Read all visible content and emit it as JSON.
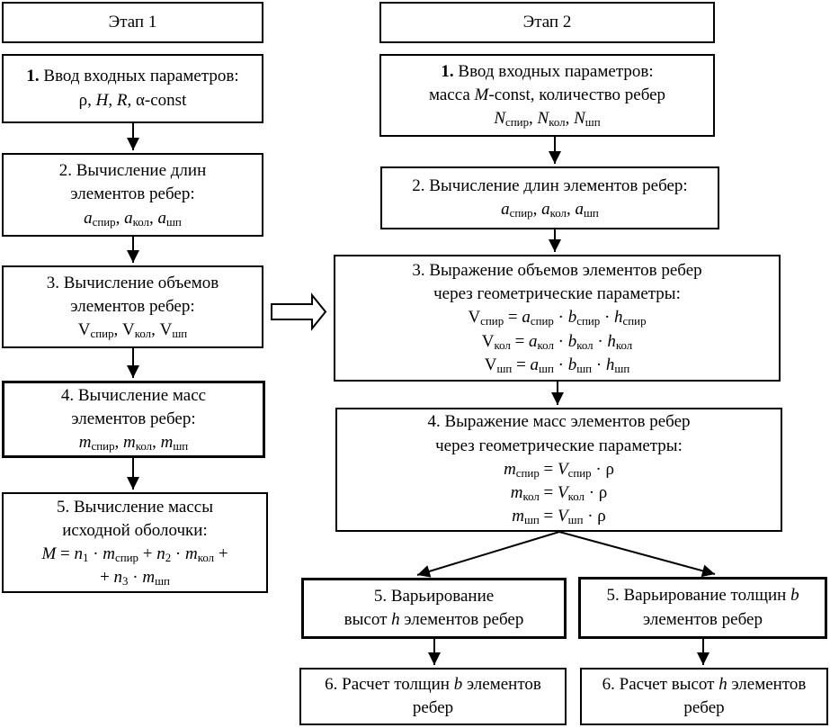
{
  "colors": {
    "line": "#000000",
    "box_fill": "#ffffff"
  },
  "stage1": {
    "header": "Этап 1",
    "step1": {
      "lines": [
        [
          [
            "b",
            "1. "
          ],
          [
            "",
            "Ввод входных параметров:"
          ]
        ],
        [
          [
            "",
            "ρ, "
          ],
          [
            "i",
            "H"
          ],
          [
            "",
            ", "
          ],
          [
            "i",
            "R"
          ],
          [
            "",
            ", α-const"
          ]
        ]
      ]
    },
    "step2": {
      "lines": [
        [
          [
            "",
            "2. Вычисление длин"
          ]
        ],
        [
          [
            "",
            "элементов ребер:"
          ]
        ],
        [
          [
            "i",
            "a"
          ],
          [
            "s",
            "спир"
          ],
          [
            "",
            ", "
          ],
          [
            "i",
            "a"
          ],
          [
            "s",
            "кол"
          ],
          [
            "",
            ", "
          ],
          [
            "i",
            "a"
          ],
          [
            "s",
            "шп"
          ]
        ]
      ]
    },
    "step3": {
      "lines": [
        [
          [
            "",
            "3. Вычисление объемов"
          ]
        ],
        [
          [
            "",
            "элементов ребер:"
          ]
        ],
        [
          [
            "",
            "V"
          ],
          [
            "s",
            "спир"
          ],
          [
            "",
            ", V"
          ],
          [
            "s",
            "кол"
          ],
          [
            "",
            ", V"
          ],
          [
            "s",
            "шп"
          ]
        ]
      ]
    },
    "step4": {
      "lines": [
        [
          [
            "",
            "4. Вычисление масс"
          ]
        ],
        [
          [
            "",
            "элементов ребер:"
          ]
        ],
        [
          [
            "i",
            "m"
          ],
          [
            "s",
            "спир"
          ],
          [
            "",
            ", "
          ],
          [
            "i",
            "m"
          ],
          [
            "s",
            "кол"
          ],
          [
            "",
            ", "
          ],
          [
            "i",
            "m"
          ],
          [
            "s",
            "шп"
          ]
        ]
      ]
    },
    "step5": {
      "lines": [
        [
          [
            "",
            "5. Вычисление массы"
          ]
        ],
        [
          [
            "",
            "исходной оболочки:"
          ]
        ],
        [
          [
            "i",
            "M"
          ],
          [
            "",
            " = "
          ],
          [
            "i",
            "n"
          ],
          [
            "s",
            "1"
          ],
          [
            "",
            " · "
          ],
          [
            "i",
            "m"
          ],
          [
            "s",
            "спир"
          ],
          [
            "",
            " + "
          ],
          [
            "i",
            "n"
          ],
          [
            "s",
            "2"
          ],
          [
            "",
            " · "
          ],
          [
            "i",
            "m"
          ],
          [
            "s",
            "кол"
          ],
          [
            "",
            " +"
          ]
        ],
        [
          [
            "",
            "+ "
          ],
          [
            "i",
            "n"
          ],
          [
            "s",
            "3"
          ],
          [
            "",
            " · "
          ],
          [
            "i",
            "m"
          ],
          [
            "s",
            "шп"
          ]
        ]
      ]
    }
  },
  "stage2": {
    "header": "Этап 2",
    "step1": {
      "lines": [
        [
          [
            "b",
            "1. "
          ],
          [
            "",
            "Ввод входных параметров:"
          ]
        ],
        [
          [
            "",
            "масса "
          ],
          [
            "i",
            "M"
          ],
          [
            "",
            "-const, количество ребер"
          ]
        ],
        [
          [
            "i",
            "N"
          ],
          [
            "s",
            "спир"
          ],
          [
            "",
            ", "
          ],
          [
            "i",
            "N"
          ],
          [
            "s",
            "кол"
          ],
          [
            "",
            ", "
          ],
          [
            "i",
            "N"
          ],
          [
            "s",
            "шп"
          ]
        ]
      ]
    },
    "step2": {
      "lines": [
        [
          [
            "",
            "2. Вычисление длин элементов ребер:"
          ]
        ],
        [
          [
            "i",
            "a"
          ],
          [
            "s",
            "спир"
          ],
          [
            "",
            ", "
          ],
          [
            "i",
            "a"
          ],
          [
            "s",
            "кол"
          ],
          [
            "",
            ", "
          ],
          [
            "i",
            "a"
          ],
          [
            "s",
            "шп"
          ]
        ]
      ]
    },
    "step3": {
      "lines": [
        [
          [
            "",
            "3. Выражение объемов элементов ребер"
          ]
        ],
        [
          [
            "",
            "через геометрические параметры:"
          ]
        ],
        [
          [
            "",
            "V"
          ],
          [
            "s",
            "спир"
          ],
          [
            "",
            " = "
          ],
          [
            "i",
            "a"
          ],
          [
            "s",
            "спир"
          ],
          [
            "",
            " · "
          ],
          [
            "i",
            "b"
          ],
          [
            "s",
            "спир"
          ],
          [
            "",
            " · "
          ],
          [
            "i",
            "h"
          ],
          [
            "s",
            "спир"
          ]
        ],
        [
          [
            "",
            "V"
          ],
          [
            "s",
            "кол"
          ],
          [
            "",
            " = "
          ],
          [
            "i",
            "a"
          ],
          [
            "s",
            "кол"
          ],
          [
            "",
            " · "
          ],
          [
            "i",
            "b"
          ],
          [
            "s",
            "кол"
          ],
          [
            "",
            " · "
          ],
          [
            "i",
            "h"
          ],
          [
            "s",
            "кол"
          ]
        ],
        [
          [
            "",
            "V"
          ],
          [
            "s",
            "шп"
          ],
          [
            "",
            " = "
          ],
          [
            "i",
            "a"
          ],
          [
            "s",
            "шп"
          ],
          [
            "",
            " · "
          ],
          [
            "i",
            "b"
          ],
          [
            "s",
            "шп"
          ],
          [
            "",
            " · "
          ],
          [
            "i",
            "h"
          ],
          [
            "s",
            "шп"
          ]
        ]
      ]
    },
    "step4": {
      "lines": [
        [
          [
            "",
            "4. Выражение масс элементов ребер"
          ]
        ],
        [
          [
            "",
            "через геометрические параметры:"
          ]
        ],
        [
          [
            "i",
            "m"
          ],
          [
            "s",
            "спир"
          ],
          [
            "",
            " = "
          ],
          [
            "i",
            "V"
          ],
          [
            "s",
            "спир"
          ],
          [
            "",
            " · ρ"
          ]
        ],
        [
          [
            "i",
            "m"
          ],
          [
            "s",
            "кол"
          ],
          [
            "",
            " = "
          ],
          [
            "i",
            "V"
          ],
          [
            "s",
            "кол"
          ],
          [
            "",
            " · ρ"
          ]
        ],
        [
          [
            "i",
            "m"
          ],
          [
            "s",
            "шп"
          ],
          [
            "",
            " = "
          ],
          [
            "i",
            "V"
          ],
          [
            "s",
            "шп"
          ],
          [
            "",
            " · ρ"
          ]
        ]
      ]
    },
    "step5_heights": {
      "lines": [
        [
          [
            "",
            "5. Варьирование"
          ]
        ],
        [
          [
            "",
            "высот "
          ],
          [
            "i",
            "h"
          ],
          [
            "",
            " элементов ребер"
          ]
        ]
      ]
    },
    "step5_thickness": {
      "lines": [
        [
          [
            "",
            "5. Варьирование толщин "
          ],
          [
            "i",
            "b"
          ]
        ],
        [
          [
            "",
            "элементов ребер"
          ]
        ]
      ]
    },
    "step6_thickness": {
      "lines": [
        [
          [
            "",
            "6. Расчет толщин "
          ],
          [
            "i",
            "b"
          ],
          [
            "",
            " элементов"
          ]
        ],
        [
          [
            "",
            "ребер"
          ]
        ]
      ]
    },
    "step6_heights": {
      "lines": [
        [
          [
            "",
            "6. Расчет высот "
          ],
          [
            "i",
            "h"
          ],
          [
            "",
            " элементов"
          ]
        ],
        [
          [
            "",
            "ребер"
          ]
        ]
      ]
    }
  }
}
